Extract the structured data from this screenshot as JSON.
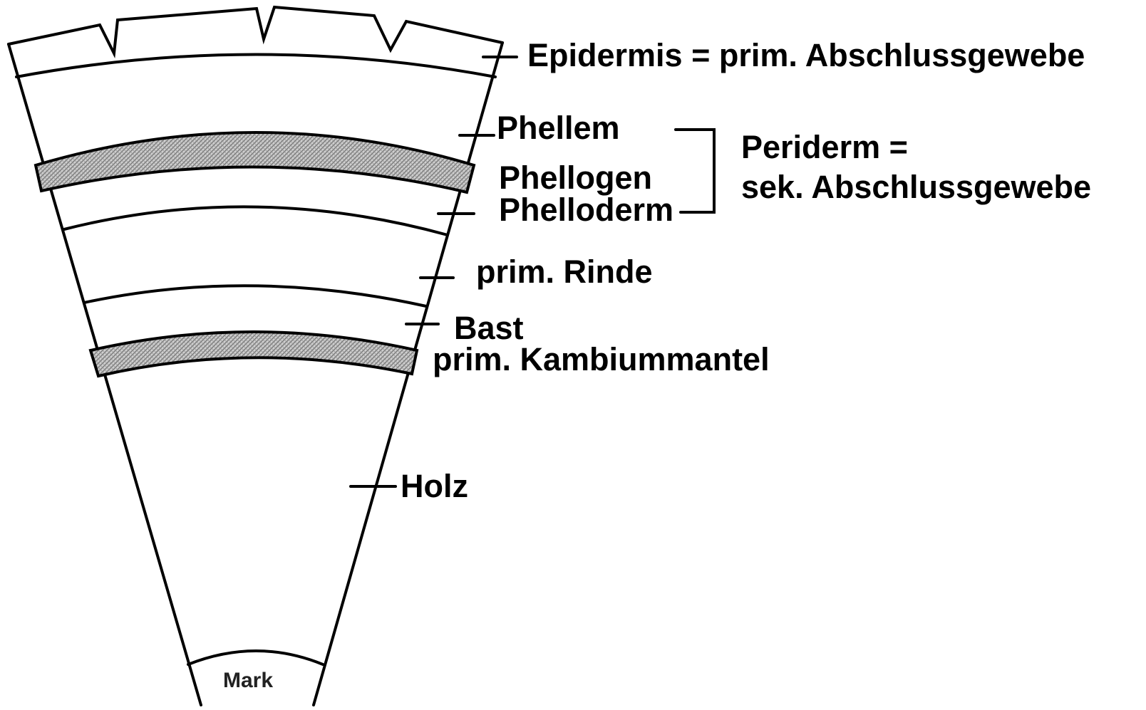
{
  "labels": {
    "epidermis": "Epidermis = prim. Abschlussgewebe",
    "phellem": "Phellem",
    "phellogen": "Phellogen",
    "phelloderm": "Phelloderm",
    "periderm_line1": "Periderm =",
    "periderm_line2": "sek. Abschlussgewebe",
    "rinde": "prim. Rinde",
    "bast": "Bast",
    "kambium": "prim. Kambiummantel",
    "holz": "Holz",
    "mark": "Mark"
  },
  "colors": {
    "line": "#000000",
    "hatch": "#9a9a9a",
    "background": "#ffffff"
  }
}
